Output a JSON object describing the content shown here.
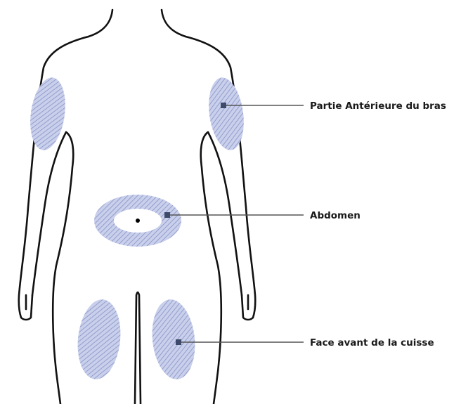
{
  "colors": {
    "outline": "#111111",
    "zone_fill": "#c9d0ec",
    "zone_hatch": "#8891c4",
    "leader": "#555555",
    "marker": "#3d4a6b",
    "navel": "#000000"
  },
  "labels": {
    "arm": "Partie Antérieure du bras",
    "abdomen": "Abdomen",
    "thigh": "Face avant de la cuisse"
  }
}
